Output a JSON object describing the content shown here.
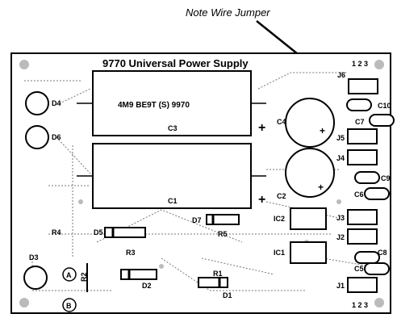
{
  "note": "Note Wire Jumper",
  "board_title": "9770 Universal Power Supply",
  "cap_c3_print": "4M9 BE9T (S) 9970",
  "labels": {
    "D4": "D4",
    "D6": "D6",
    "D3": "D3",
    "C3": "C3",
    "C1": "C1",
    "C4": "C4",
    "C2": "C2",
    "J6": "J6",
    "J5": "J5",
    "J4": "J4",
    "J3": "J3",
    "J2": "J2",
    "J1": "J1",
    "C10": "C10",
    "C7": "C7",
    "C9": "C9",
    "C6": "C6",
    "C8": "C8",
    "C5": "C5",
    "IC2": "IC2",
    "IC1": "IC1",
    "R4": "R4",
    "D5": "D5",
    "D7": "D7",
    "R5": "R5",
    "R3": "R3",
    "R2": "R2",
    "D2": "D2",
    "R1": "R1",
    "D1": "D1",
    "A": "A",
    "B": "B",
    "plus": "+"
  },
  "top_pins": "1 2 3",
  "bottom_pins": "1 2 3"
}
